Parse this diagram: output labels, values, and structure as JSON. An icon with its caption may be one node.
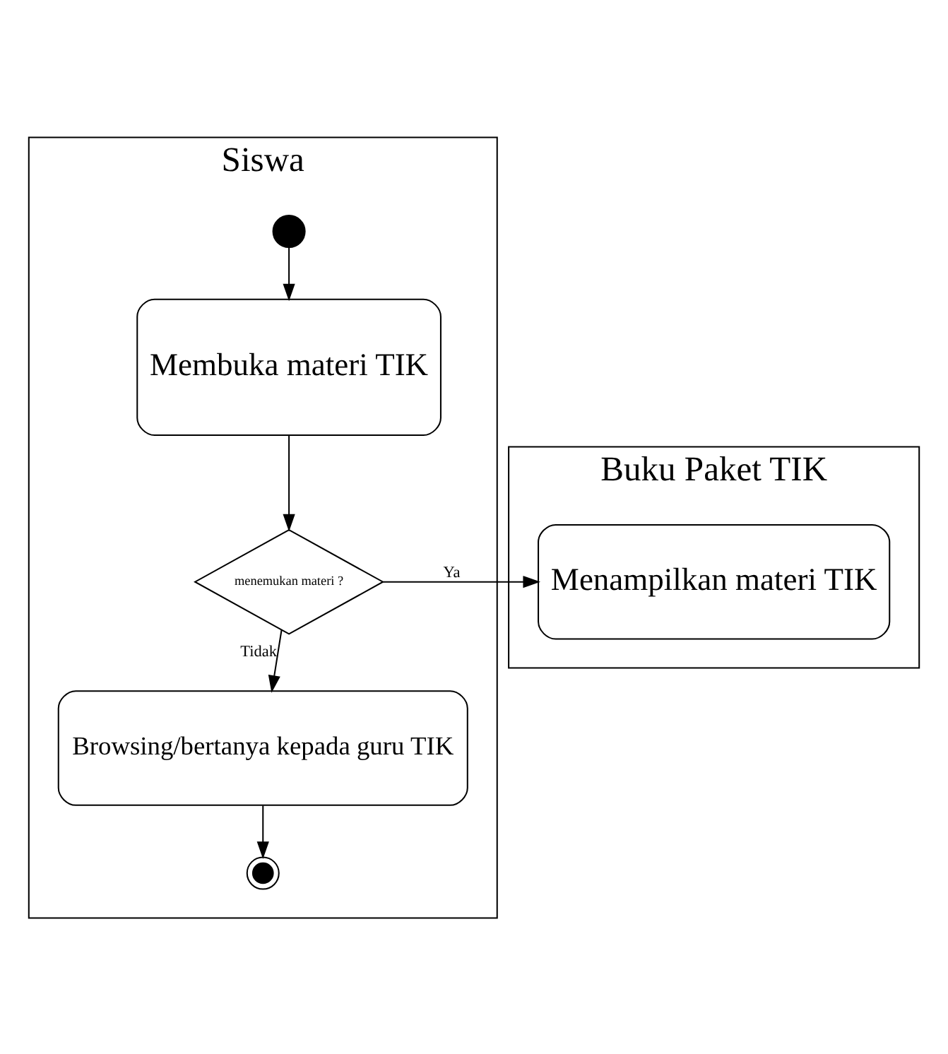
{
  "diagram": {
    "nodes": [
      {
        "text": [
          "Siswa"
        ]
      },
      {
        "text": [
          "Buku Paket TIK"
        ]
      },
      {
        "text": [],
        "shape": "circle",
        "in": 0
      },
      {
        "text": [
          "Membuka materi TIK"
        ],
        "in": 0
      },
      {
        "text": [
          "menemukan materi ?"
        ],
        "in": 0
      },
      {
        "text": [
          "Browsing/bertanya kepada guru TIK"
        ],
        "in": 0
      },
      {
        "text": [],
        "shape": "bullseye",
        "in": 0
      },
      {
        "text": [
          "Menampilkan materi TIK"
        ],
        "in": 1
      }
    ],
    "edges": [
      {
        "from": 2,
        "to": 3,
        "arrow": "to"
      },
      {
        "from": 3,
        "to": 4,
        "arrow": "to"
      },
      {
        "from": 4,
        "to": 7,
        "arrow": "to",
        "label": "Ya"
      },
      {
        "from": 4,
        "to": 5,
        "arrow": "to",
        "label": "Tidak"
      },
      {
        "from": 5,
        "to": 6,
        "arrow": "to"
      }
    ]
  }
}
